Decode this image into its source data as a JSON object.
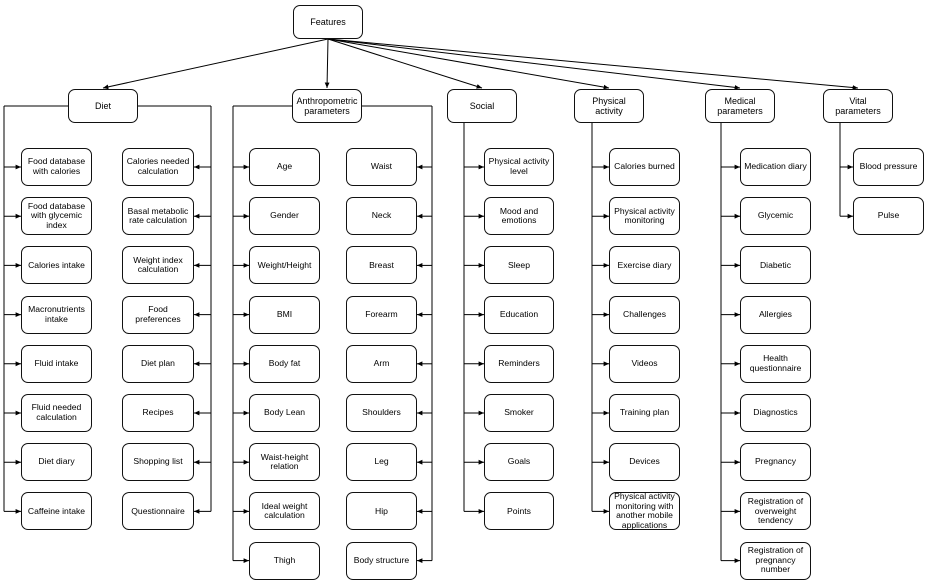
{
  "root": "Features",
  "categories": [
    {
      "label": "Diet",
      "columns": [
        [
          "Food database with calories",
          "Food database with glycemic index",
          "Calories intake",
          "Macronutrients intake",
          "Fluid intake",
          "Fluid needed calculation",
          "Diet diary",
          "Caffeine intake"
        ],
        [
          "Calories needed calculation",
          "Basal metabolic rate calculation",
          "Weight index calculation",
          "Food preferences",
          "Diet plan",
          "Recipes",
          "Shopping list",
          "Questionnaire"
        ]
      ]
    },
    {
      "label": "Anthropometric parameters",
      "columns": [
        [
          "Age",
          "Gender",
          "Weight/Height",
          "BMI",
          "Body fat",
          "Body Lean",
          "Waist-height relation",
          "Ideal weight calculation",
          "Thigh"
        ],
        [
          "Waist",
          "Neck",
          "Breast",
          "Forearm",
          "Arm",
          "Shoulders",
          "Leg",
          "Hip",
          "Body structure"
        ]
      ]
    },
    {
      "label": "Social",
      "columns": [
        [
          "Physical activity level",
          "Mood and emotions",
          "Sleep",
          "Education",
          "Reminders",
          "Smoker",
          "Goals",
          "Points"
        ]
      ]
    },
    {
      "label": "Physical activity",
      "columns": [
        [
          "Calories burned",
          "Physical activity monitoring",
          "Exercise diary",
          "Challenges",
          "Videos",
          "Training plan",
          "Devices",
          "Physical activity monitoring with another mobile applications"
        ]
      ]
    },
    {
      "label": "Medical parameters",
      "columns": [
        [
          "Medication diary",
          "Glycemic",
          "Diabetic",
          "Allergies",
          "Health questionnaire",
          "Diagnostics",
          "Pregnancy",
          "Registration of overweight tendency",
          "Registration of pregnancy number"
        ]
      ]
    },
    {
      "label": "Vital parameters",
      "columns": [
        [
          "Blood pressure",
          "Pulse"
        ]
      ]
    }
  ]
}
